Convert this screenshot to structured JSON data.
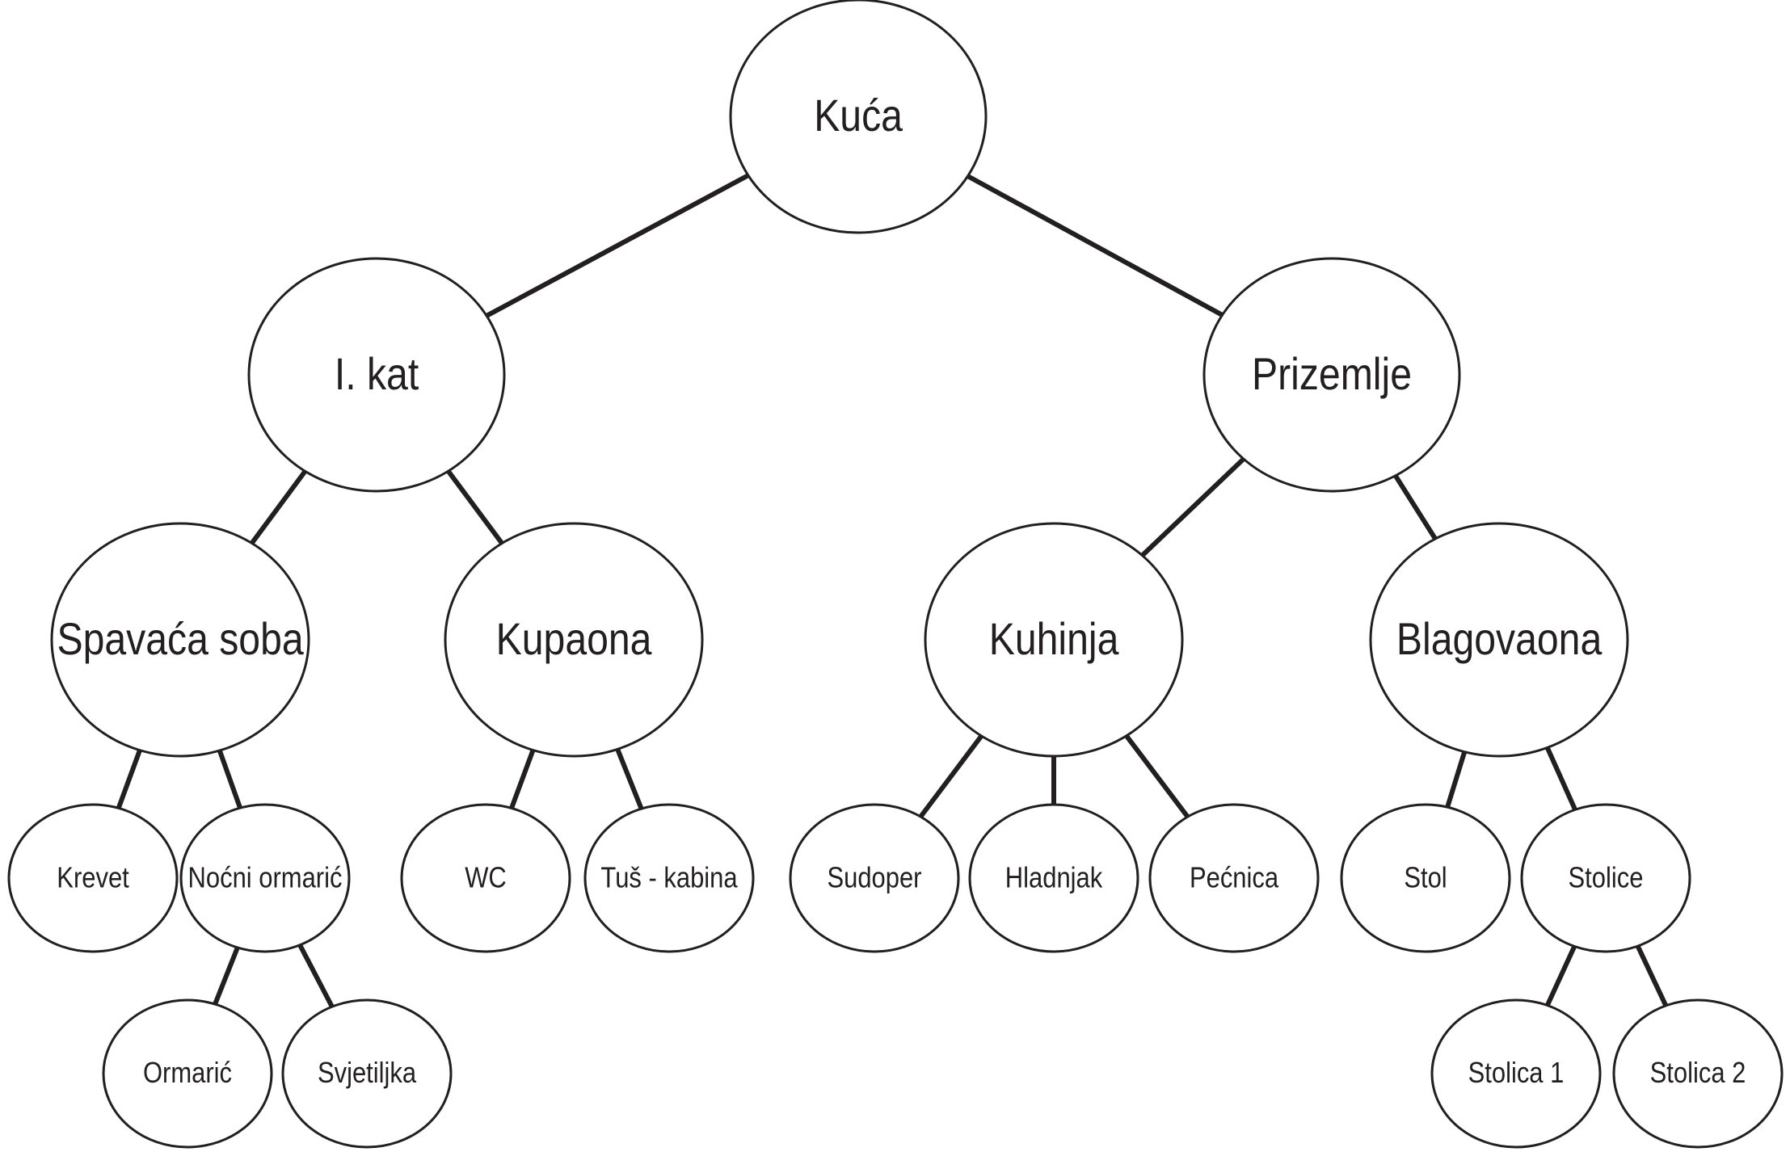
{
  "diagram": {
    "type": "tree",
    "colors": {
      "stroke": "#231f20",
      "fill": "#ffffff",
      "text": "#231f20"
    },
    "nodes": [
      {
        "id": "kuca",
        "label": "Kuća",
        "level": 0,
        "parent": null
      },
      {
        "id": "i-kat",
        "label": "I. kat",
        "level": 1,
        "parent": "kuca"
      },
      {
        "id": "prizemlje",
        "label": "Prizemlje",
        "level": 1,
        "parent": "kuca"
      },
      {
        "id": "spavaca-soba",
        "label": "Spavaća soba",
        "level": 2,
        "parent": "i-kat"
      },
      {
        "id": "kupaona",
        "label": "Kupaona",
        "level": 2,
        "parent": "i-kat"
      },
      {
        "id": "kuhinja",
        "label": "Kuhinja",
        "level": 2,
        "parent": "prizemlje"
      },
      {
        "id": "blagovaona",
        "label": "Blagovaona",
        "level": 2,
        "parent": "prizemlje"
      },
      {
        "id": "krevet",
        "label": "Krevet",
        "level": 3,
        "parent": "spavaca-soba"
      },
      {
        "id": "nocni-ormaric",
        "label": "Noćni ormarić",
        "level": 3,
        "parent": "spavaca-soba"
      },
      {
        "id": "wc",
        "label": "WC",
        "level": 3,
        "parent": "kupaona"
      },
      {
        "id": "tus-kabina",
        "label": "Tuš - kabina",
        "level": 3,
        "parent": "kupaona"
      },
      {
        "id": "sudoper",
        "label": "Sudoper",
        "level": 3,
        "parent": "kuhinja"
      },
      {
        "id": "hladnjak",
        "label": "Hladnjak",
        "level": 3,
        "parent": "kuhinja"
      },
      {
        "id": "pecnica",
        "label": "Pećnica",
        "level": 3,
        "parent": "kuhinja"
      },
      {
        "id": "stol",
        "label": "Stol",
        "level": 3,
        "parent": "blagovaona"
      },
      {
        "id": "stolice",
        "label": "Stolice",
        "level": 3,
        "parent": "blagovaona"
      },
      {
        "id": "ormaric",
        "label": "Ormarić",
        "level": 3,
        "parent": "nocni-ormaric"
      },
      {
        "id": "svjetiljka",
        "label": "Svjetiljka",
        "level": 3,
        "parent": "nocni-ormaric"
      },
      {
        "id": "stolica-1",
        "label": "Stolica 1",
        "level": 3,
        "parent": "stolice"
      },
      {
        "id": "stolica-2",
        "label": "Stolica 2",
        "level": 3,
        "parent": "stolice"
      }
    ]
  }
}
